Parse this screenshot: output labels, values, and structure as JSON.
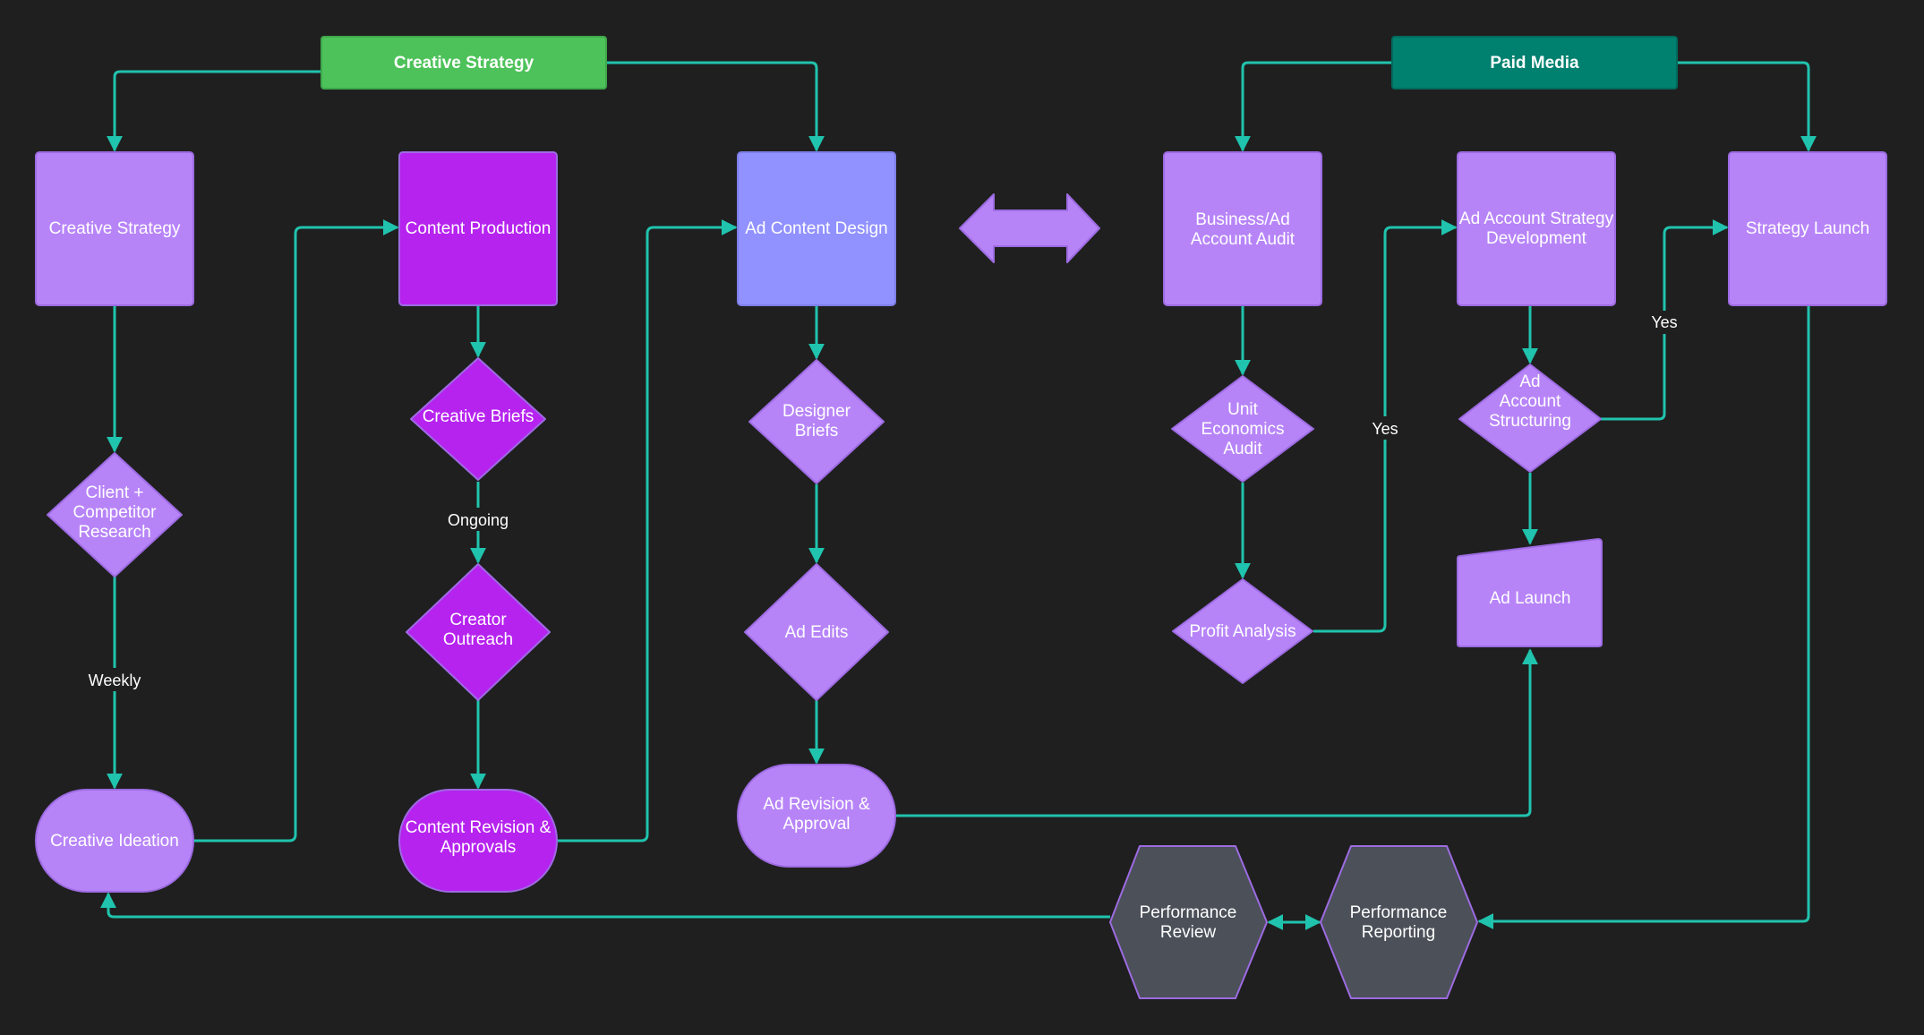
{
  "colors": {
    "background": "#1f1f1f",
    "connector": "#20c3ad",
    "light_purple": "#b784f8",
    "magenta": "#b623ef",
    "periwinkle": "#9191ff",
    "slate": "#4b5059",
    "green_header": "#4ec25a",
    "teal_header": "#00806f",
    "shape_border": "#9d6be2"
  },
  "headers": {
    "creative": "Creative Strategy",
    "paid": "Paid Media"
  },
  "nodes": {
    "creative_strategy": "Creative Strategy",
    "client_research": [
      "Client +",
      "Competitor",
      "Research"
    ],
    "creative_ideation": "Creative Ideation",
    "content_production": "Content Production",
    "creative_briefs": "Creative Briefs",
    "creator_outreach": [
      "Creator",
      "Outreach"
    ],
    "content_revision": [
      "Content Revision &",
      "Approvals"
    ],
    "ad_content_design": "Ad Content Design",
    "designer_briefs": [
      "Designer",
      "Briefs"
    ],
    "ad_edits": "Ad Edits",
    "ad_revision": [
      "Ad Revision &",
      "Approval"
    ],
    "business_audit": [
      "Business/Ad",
      "Account Audit"
    ],
    "unit_economics": [
      "Unit",
      "Economics",
      "Audit"
    ],
    "profit_analysis": "Profit Analysis",
    "ad_account_strategy": [
      "Ad Account Strategy",
      "Development"
    ],
    "ad_account_structuring": [
      "Ad",
      "Account",
      "Structuring"
    ],
    "ad_launch": "Ad Launch",
    "strategy_launch": "Strategy Launch",
    "performance_review": [
      "Performance",
      "Review"
    ],
    "performance_reporting": [
      "Performance",
      "Reporting"
    ]
  },
  "edge_labels": {
    "weekly": "Weekly",
    "ongoing": "Ongoing",
    "yes_profit": "Yes",
    "yes_structuring": "Yes"
  }
}
